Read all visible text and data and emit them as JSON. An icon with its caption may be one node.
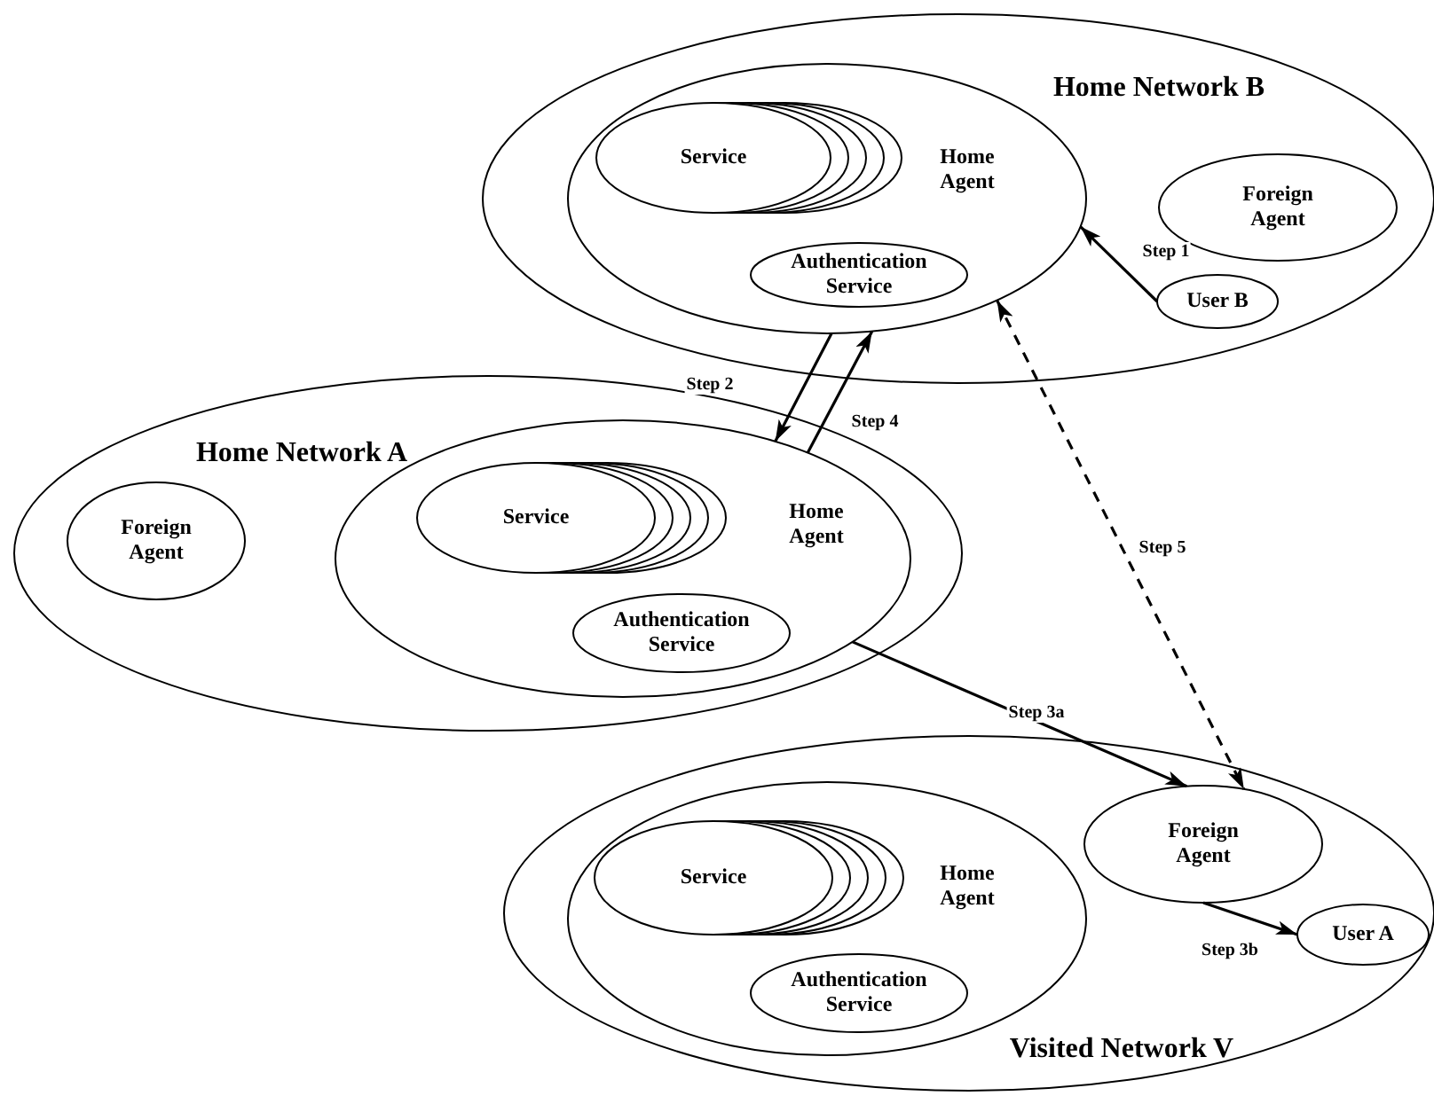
{
  "diagram": {
    "nodes": [
      {
        "text": [
          "Home Network B"
        ]
      },
      {
        "text": [
          "Home Agent"
        ],
        "in": 0
      },
      {
        "text": [
          "Service"
        ],
        "in": 1
      },
      {
        "text": [
          "Authentication Service"
        ],
        "in": 1
      },
      {
        "text": [
          "Foreign Agent"
        ],
        "in": 0
      },
      {
        "text": [
          "User B"
        ],
        "in": 0
      },
      {
        "text": [
          "Home Network A"
        ]
      },
      {
        "text": [
          "Foreign Agent"
        ],
        "in": 6
      },
      {
        "text": [
          "Home Agent"
        ],
        "in": 6
      },
      {
        "text": [
          "Service"
        ],
        "in": 8
      },
      {
        "text": [
          "Authentication Service"
        ],
        "in": 8
      },
      {
        "text": [
          "Visited Network V"
        ]
      },
      {
        "text": [
          "Home Agent"
        ],
        "in": 11
      },
      {
        "text": [
          "Service"
        ],
        "in": 12
      },
      {
        "text": [
          "Authentication Service"
        ],
        "in": 12
      },
      {
        "text": [
          "Foreign Agent"
        ],
        "in": 11
      },
      {
        "text": [
          "User A"
        ],
        "in": 11
      }
    ],
    "edges": [
      {
        "from": 5,
        "to": 1,
        "arrow": "to",
        "label": "Step 1"
      },
      {
        "from": 1,
        "to": 8,
        "arrow": "to",
        "label": "Step 2"
      },
      {
        "from": 8,
        "to": 1,
        "arrow": "to",
        "label": "Step 4"
      },
      {
        "from": 1,
        "to": 15,
        "arrow": "both",
        "label": "Step 5",
        "style": "dashed"
      },
      {
        "from": 8,
        "to": 15,
        "arrow": "to",
        "label": "Step 3a"
      },
      {
        "from": 15,
        "to": 16,
        "arrow": "to",
        "label": "Step 3b"
      }
    ]
  }
}
